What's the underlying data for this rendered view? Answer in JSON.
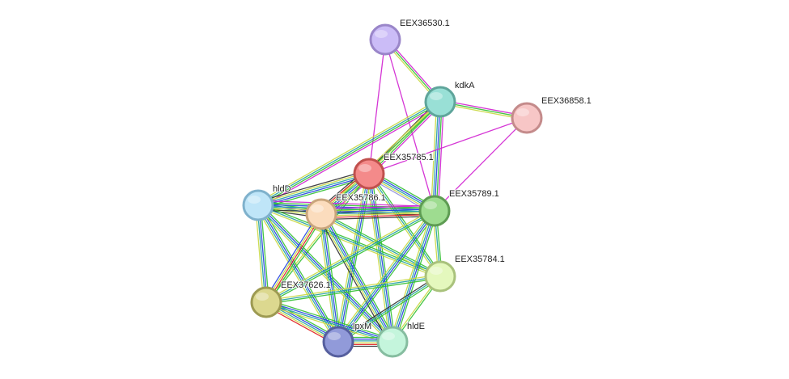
{
  "network": {
    "nodes": [
      {
        "id": "EEX36530.1",
        "label": "EEX36530.1",
        "fill": "#cbbcf7",
        "stroke": "#9a86c9"
      },
      {
        "id": "kdkA",
        "label": "kdkA",
        "fill": "#99e0d6",
        "stroke": "#5fa59b"
      },
      {
        "id": "EEX36858.1",
        "label": "EEX36858.1",
        "fill": "#f7c6c6",
        "stroke": "#c48b8b"
      },
      {
        "id": "EEX35785.1",
        "label": "EEX35785.1",
        "fill": "#f48a8a",
        "stroke": "#c0504d"
      },
      {
        "id": "hldD",
        "label": "hldD",
        "fill": "#bfe5f8",
        "stroke": "#7fb1cc"
      },
      {
        "id": "EEX35786.1",
        "label": "EEX35786.1",
        "fill": "#fbdcbd",
        "stroke": "#c9a57c"
      },
      {
        "id": "EEX35789.1",
        "label": "EEX35789.1",
        "fill": "#9edc90",
        "stroke": "#5e9c53"
      },
      {
        "id": "EEX35784.1",
        "label": "EEX35784.1",
        "fill": "#e4f8bd",
        "stroke": "#a9c27c"
      },
      {
        "id": "EEX37626.1",
        "label": "EEX37626.1",
        "fill": "#dcd88f",
        "stroke": "#9d9a52"
      },
      {
        "id": "lpxM",
        "label": "lpxM",
        "fill": "#919ad9",
        "stroke": "#565f9e"
      },
      {
        "id": "hldE",
        "label": "hldE",
        "fill": "#c4f5dc",
        "stroke": "#86bda0"
      }
    ],
    "edge_colors": {
      "magenta": "#d020d0",
      "green": "#30c030",
      "blue": "#2040e0",
      "teal": "#20a0a0",
      "yellow": "#c8d840",
      "red": "#e02020",
      "black": "#303030",
      "lavender": "#9090e0"
    },
    "edges": [
      {
        "a": "EEX36530.1",
        "b": "kdkA",
        "types": [
          "magenta",
          "green",
          "yellow"
        ]
      },
      {
        "a": "EEX36530.1",
        "b": "EEX35785.1",
        "types": [
          "magenta"
        ]
      },
      {
        "a": "EEX36530.1",
        "b": "EEX35789.1",
        "types": [
          "magenta"
        ]
      },
      {
        "a": "kdkA",
        "b": "EEX36858.1",
        "types": [
          "magenta",
          "green",
          "yellow"
        ]
      },
      {
        "a": "kdkA",
        "b": "EEX35785.1",
        "types": [
          "magenta",
          "green",
          "yellow",
          "black"
        ]
      },
      {
        "a": "kdkA",
        "b": "hldD",
        "types": [
          "magenta",
          "green",
          "teal",
          "yellow"
        ]
      },
      {
        "a": "kdkA",
        "b": "EEX35786.1",
        "types": [
          "green",
          "yellow"
        ]
      },
      {
        "a": "kdkA",
        "b": "EEX35789.1",
        "types": [
          "magenta",
          "green",
          "blue",
          "teal",
          "yellow"
        ]
      },
      {
        "a": "EEX36858.1",
        "b": "EEX35785.1",
        "types": [
          "magenta"
        ]
      },
      {
        "a": "EEX36858.1",
        "b": "EEX35789.1",
        "types": [
          "magenta"
        ]
      },
      {
        "a": "EEX35785.1",
        "b": "hldD",
        "types": [
          "green",
          "blue",
          "teal",
          "yellow",
          "black"
        ]
      },
      {
        "a": "EEX35785.1",
        "b": "EEX35786.1",
        "types": [
          "magenta",
          "green",
          "blue",
          "teal",
          "yellow",
          "red",
          "black"
        ]
      },
      {
        "a": "EEX35785.1",
        "b": "EEX35789.1",
        "types": [
          "green",
          "blue",
          "teal",
          "yellow",
          "lavender"
        ]
      },
      {
        "a": "EEX35785.1",
        "b": "EEX35784.1",
        "types": [
          "green",
          "teal",
          "yellow"
        ]
      },
      {
        "a": "EEX35785.1",
        "b": "EEX37626.1",
        "types": [
          "green",
          "yellow"
        ]
      },
      {
        "a": "EEX35785.1",
        "b": "lpxM",
        "types": [
          "green",
          "blue",
          "teal",
          "yellow"
        ]
      },
      {
        "a": "EEX35785.1",
        "b": "hldE",
        "types": [
          "green",
          "blue",
          "teal",
          "yellow"
        ]
      },
      {
        "a": "hldD",
        "b": "EEX35786.1",
        "types": [
          "green",
          "blue",
          "teal",
          "yellow",
          "black"
        ]
      },
      {
        "a": "hldD",
        "b": "EEX35789.1",
        "types": [
          "magenta",
          "green",
          "blue",
          "teal",
          "yellow",
          "black"
        ]
      },
      {
        "a": "hldD",
        "b": "EEX35784.1",
        "types": [
          "green",
          "teal",
          "yellow"
        ]
      },
      {
        "a": "hldD",
        "b": "EEX37626.1",
        "types": [
          "green",
          "blue",
          "teal",
          "yellow"
        ]
      },
      {
        "a": "hldD",
        "b": "lpxM",
        "types": [
          "green",
          "blue",
          "teal",
          "yellow"
        ]
      },
      {
        "a": "hldD",
        "b": "hldE",
        "types": [
          "green",
          "blue",
          "teal",
          "yellow"
        ]
      },
      {
        "a": "EEX35786.1",
        "b": "EEX35789.1",
        "types": [
          "magenta",
          "green",
          "blue",
          "teal",
          "yellow",
          "red",
          "black"
        ]
      },
      {
        "a": "EEX35786.1",
        "b": "EEX35784.1",
        "types": [
          "green",
          "teal",
          "yellow"
        ]
      },
      {
        "a": "EEX35786.1",
        "b": "EEX37626.1",
        "types": [
          "green",
          "red",
          "yellow",
          "blue"
        ]
      },
      {
        "a": "EEX35786.1",
        "b": "lpxM",
        "types": [
          "green",
          "blue",
          "teal",
          "yellow"
        ]
      },
      {
        "a": "EEX35786.1",
        "b": "hldE",
        "types": [
          "green",
          "blue",
          "teal",
          "yellow",
          "black"
        ]
      },
      {
        "a": "EEX35789.1",
        "b": "EEX35784.1",
        "types": [
          "green",
          "teal",
          "yellow"
        ]
      },
      {
        "a": "EEX35789.1",
        "b": "EEX37626.1",
        "types": [
          "green",
          "teal",
          "yellow"
        ]
      },
      {
        "a": "EEX35789.1",
        "b": "lpxM",
        "types": [
          "green",
          "blue",
          "teal",
          "yellow"
        ]
      },
      {
        "a": "EEX35789.1",
        "b": "hldE",
        "types": [
          "green",
          "blue",
          "teal",
          "yellow"
        ]
      },
      {
        "a": "EEX35784.1",
        "b": "EEX37626.1",
        "types": [
          "green",
          "teal",
          "yellow"
        ]
      },
      {
        "a": "EEX35784.1",
        "b": "lpxM",
        "types": [
          "green",
          "teal",
          "black"
        ]
      },
      {
        "a": "EEX35784.1",
        "b": "hldE",
        "types": [
          "green",
          "yellow"
        ]
      },
      {
        "a": "EEX37626.1",
        "b": "lpxM",
        "types": [
          "green",
          "blue",
          "teal",
          "yellow",
          "red"
        ]
      },
      {
        "a": "EEX37626.1",
        "b": "hldE",
        "types": [
          "green",
          "blue",
          "teal",
          "yellow"
        ]
      },
      {
        "a": "lpxM",
        "b": "hldE",
        "types": [
          "green",
          "blue",
          "teal",
          "yellow",
          "red",
          "black"
        ]
      }
    ]
  }
}
